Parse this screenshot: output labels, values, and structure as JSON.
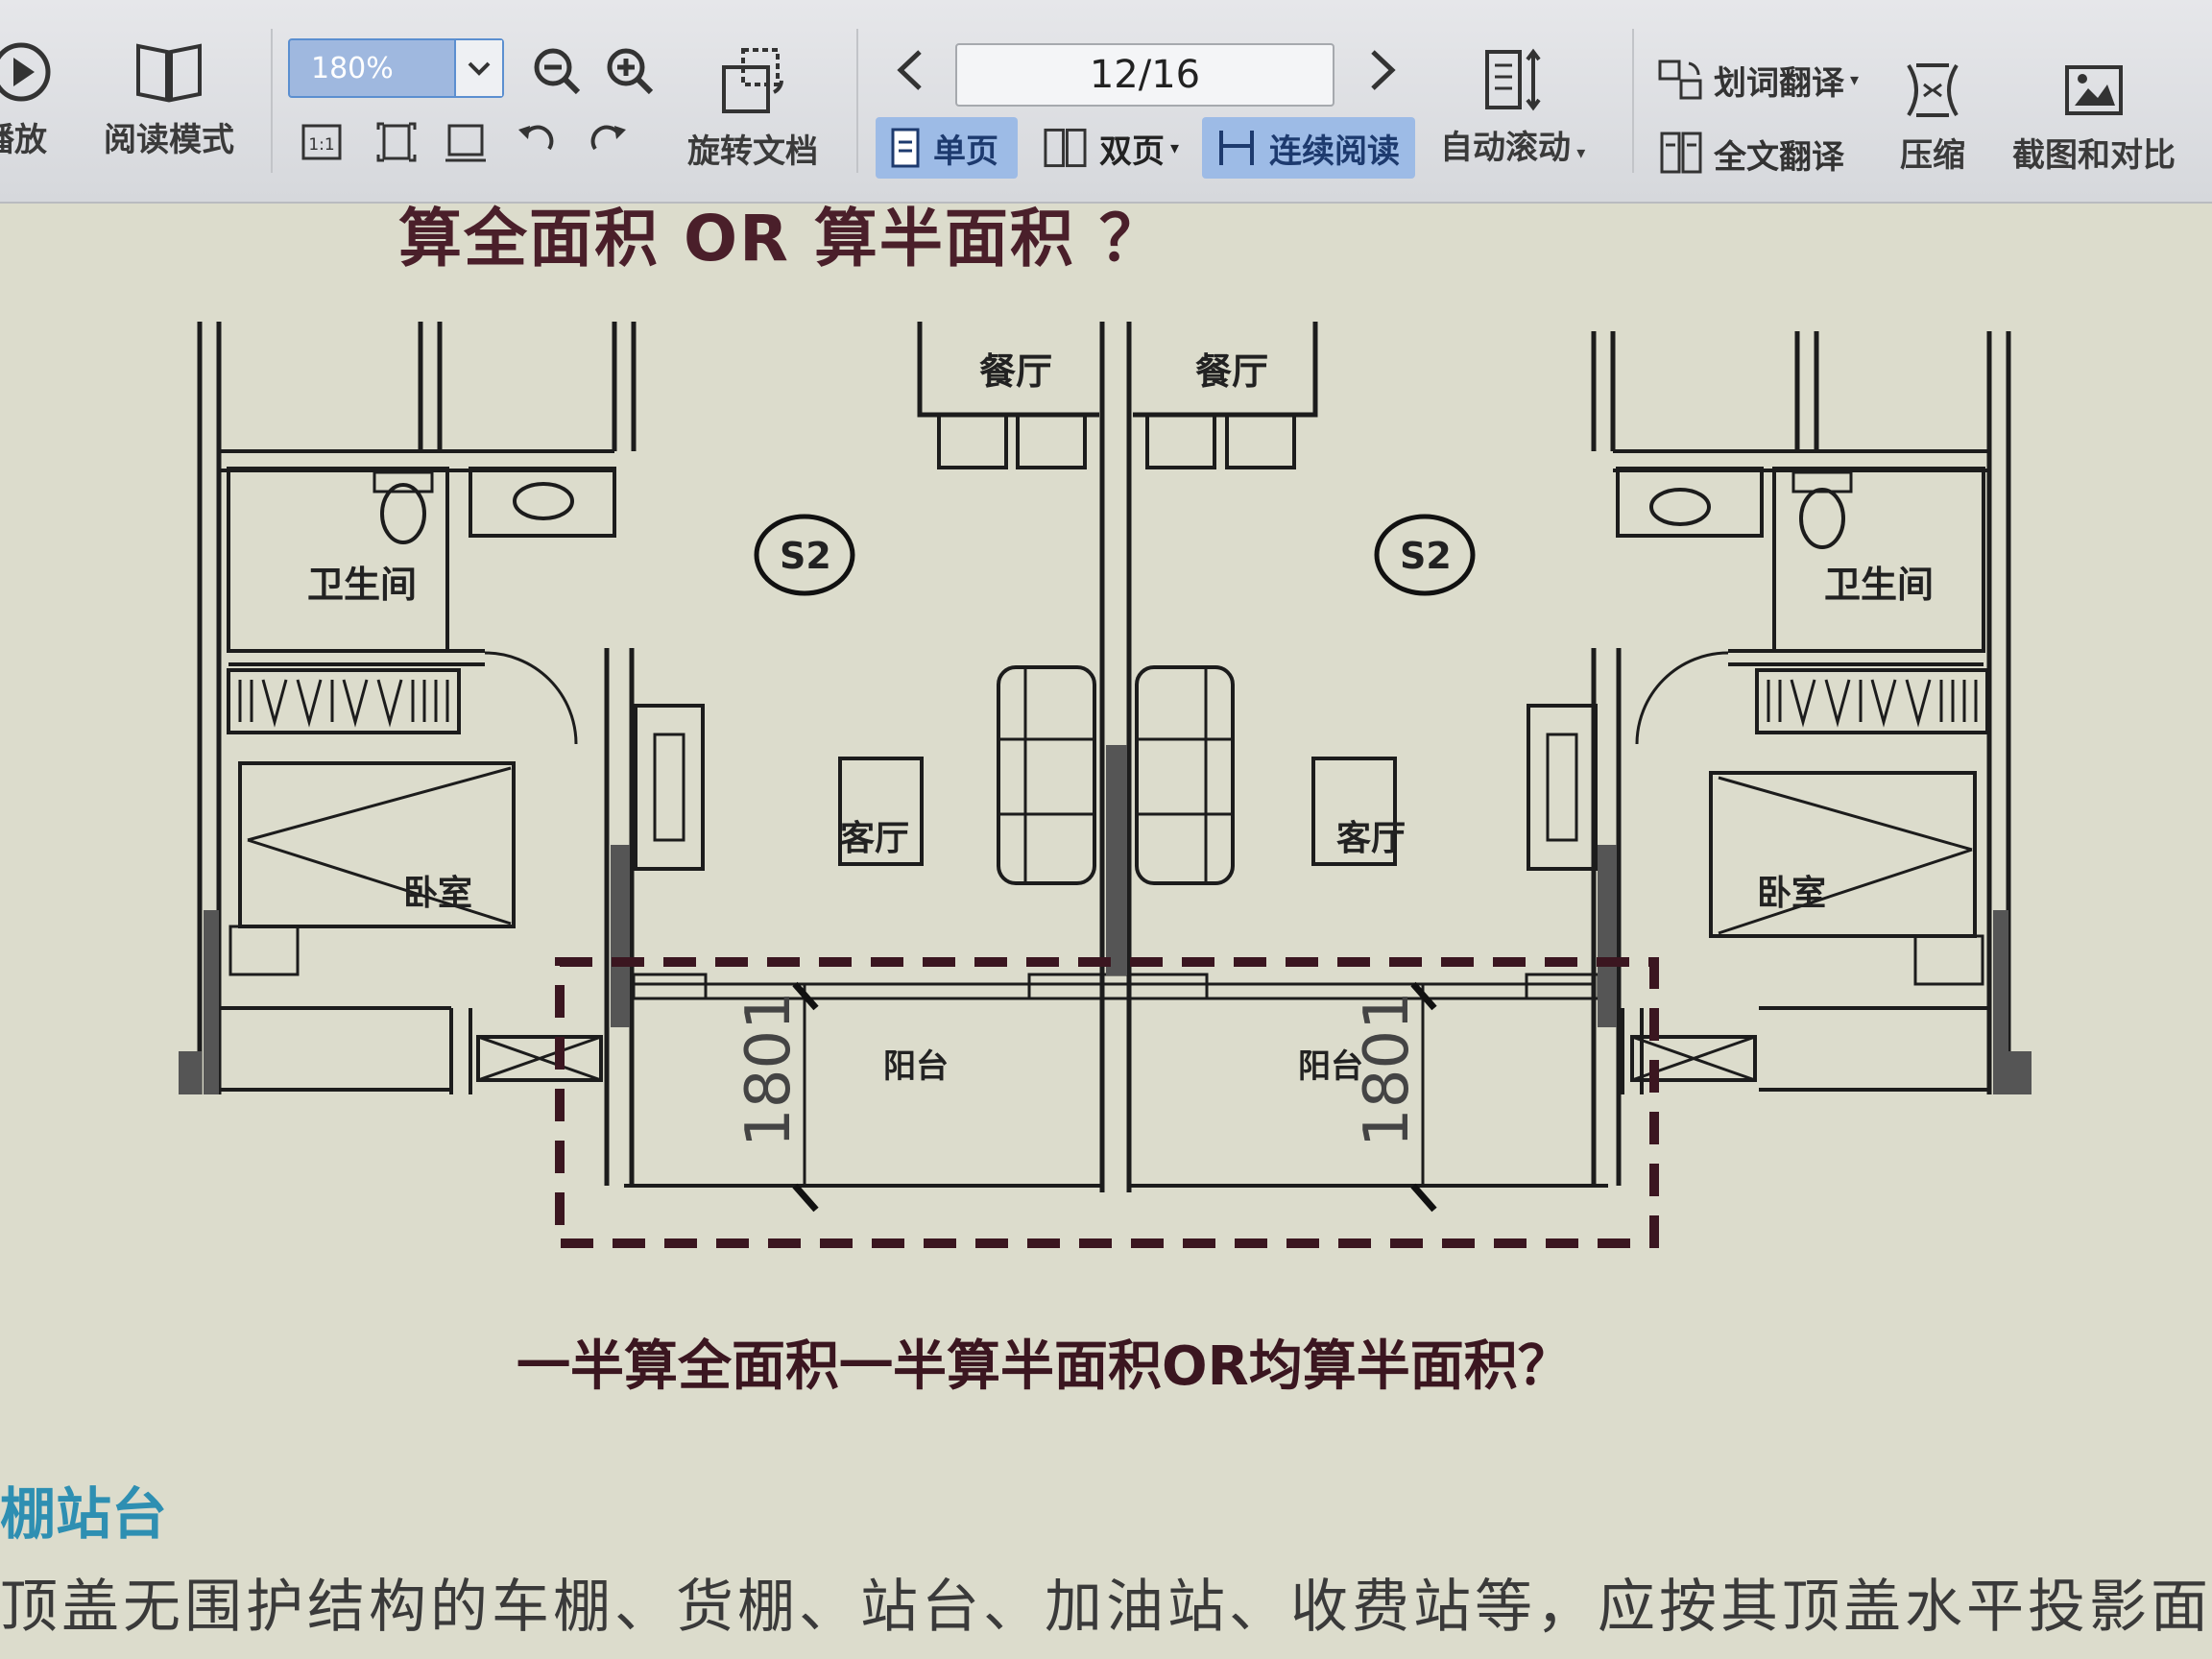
{
  "toolbar": {
    "play_label": "播放",
    "read_mode_label": "阅读模式",
    "zoom_value": "180%",
    "rotate_label": "旋转文档",
    "page_indicator": "12/16",
    "single_page_label": "单页",
    "double_page_label": "双页",
    "continuous_label": "连续阅读",
    "auto_scroll_label": "自动滚动",
    "word_translate_label": "划词翻译",
    "full_translate_label": "全文翻译",
    "compress_label": "压缩",
    "screenshot_label": "截图和对比"
  },
  "document": {
    "top_heading": "算全面积 OR 算半面积 ？",
    "plan_labels": {
      "dining_left": "餐厅",
      "dining_right": "餐厅",
      "unit_left": "S2",
      "unit_right": "S2",
      "bath_left": "卫生间",
      "bath_right": "卫生间",
      "living_left": "客厅",
      "living_right": "客厅",
      "bed_left": "卧室",
      "bed_right": "卧室",
      "balcony_left": "阳台",
      "balcony_right": "阳台",
      "dim_left": "1801",
      "dim_right": "1801"
    },
    "caption": "一半算全面积一半算半面积OR均算半面积？",
    "section_title": "棚站台",
    "body_text": "顶盖无围护结构的车棚、货棚、站台、加油站、收费站等，应按其顶盖水平投影面积"
  }
}
